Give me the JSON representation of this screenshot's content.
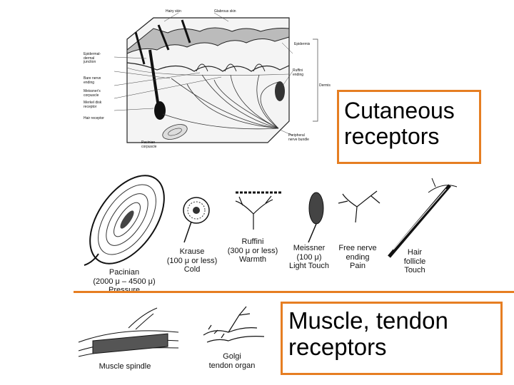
{
  "skin": {
    "top_labels": [
      "Hairy skin",
      "Glabrous skin"
    ],
    "left_labels": [
      "Epidermal-\ndermal\njunction",
      "Bare nerve\nending",
      "Meissner's\ncorpuscle",
      "Merkel disk\nreceptor",
      "Hair receptor",
      "Pacinian\ncorpuscle"
    ],
    "right_labels": [
      "Epidermis",
      "Ruffini\nending",
      "Dermis",
      "Peripheral\nnerve bundle"
    ]
  },
  "receptors": {
    "pacinian": "Pacinian\n(2000 μ – 4500 μ)\nPressure",
    "krause": "Krause\n(100 μ or less)\nCold",
    "ruffini": "Ruffini\n(300 μ or less)\nWarmth",
    "meissner": "Meissner\n(100 μ)\nLight Touch",
    "free": "Free nerve\nending\nPain",
    "hair": "Hair\nfollicle\nTouch"
  },
  "muscle": {
    "spindle": "Muscle spindle",
    "golgi": "Golgi\ntendon organ"
  },
  "callouts": {
    "cutaneous": "Cutaneous\nreceptors",
    "muscle": "Muscle, tendon\nreceptors"
  },
  "colors": {
    "accent": "#e67e22",
    "ink": "#111111"
  }
}
